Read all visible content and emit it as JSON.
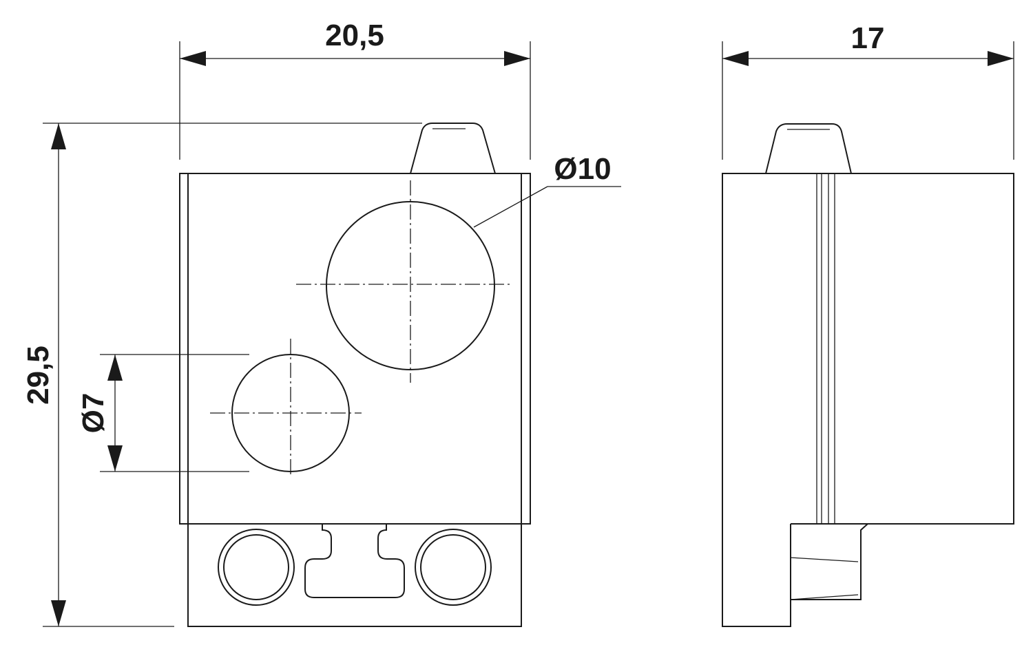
{
  "dimensions": {
    "front_width": "20,5",
    "side_width": "17",
    "height": "29,5",
    "large_hole": "Ø10",
    "small_hole": "Ø7"
  }
}
